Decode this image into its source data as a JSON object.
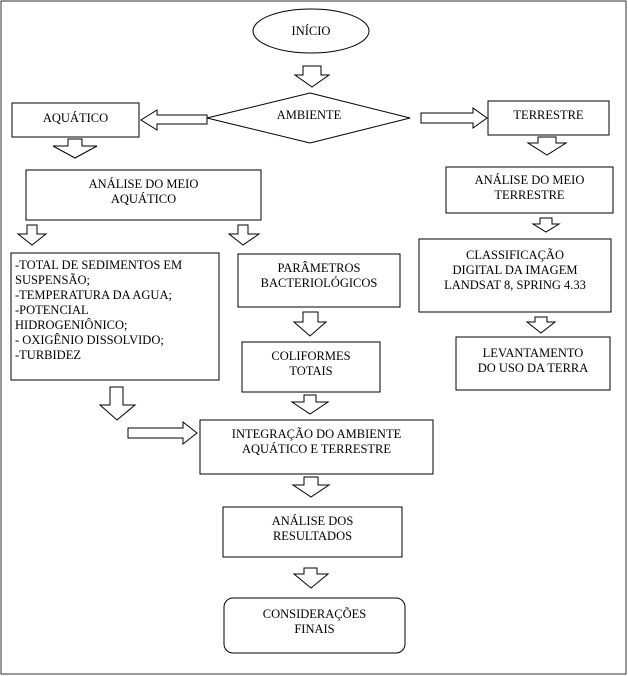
{
  "nodes": {
    "inicio": "INÍCIO",
    "ambiente": "AMBIENTE",
    "aquatico": "AQUÁTICO",
    "terrestre": "TERRESTRE",
    "analise_aquatico": "ANÁLISE DO MEIO\nAQUÁTICO",
    "analise_terrestre": "ANÁLISE DO MEIO\nTERRESTRE",
    "variaveis": "-TOTAL DE SEDIMENTOS EM\nSUSPENSÃO;\n-TEMPERATURA DA AGUA;\n-POTENCIAL\nHIDROGENIÔNICO;\n- OXIGÊNIO DISSOLVIDO;\n-TURBIDEZ",
    "parametros": "PARÂMETROS\nBACTERIOLÓGICOS",
    "coliformes": "COLIFORMES\nTOTAIS",
    "classificacao": "CLASSIFICAÇÃO\nDIGITAL DA IMAGEM\nLANDSAT 8, SPRING 4.33",
    "levantamento": "LEVANTAMENTO\nDO USO DA TERRA",
    "integracao": "INTEGRAÇÃO DO AMBIENTE\nAQUÁTICO E TERRESTRE",
    "resultados": "ANÁLISE DOS\nRESULTADOS",
    "consideracoes": "CONSIDERAÇÕES\nFINAIS"
  }
}
